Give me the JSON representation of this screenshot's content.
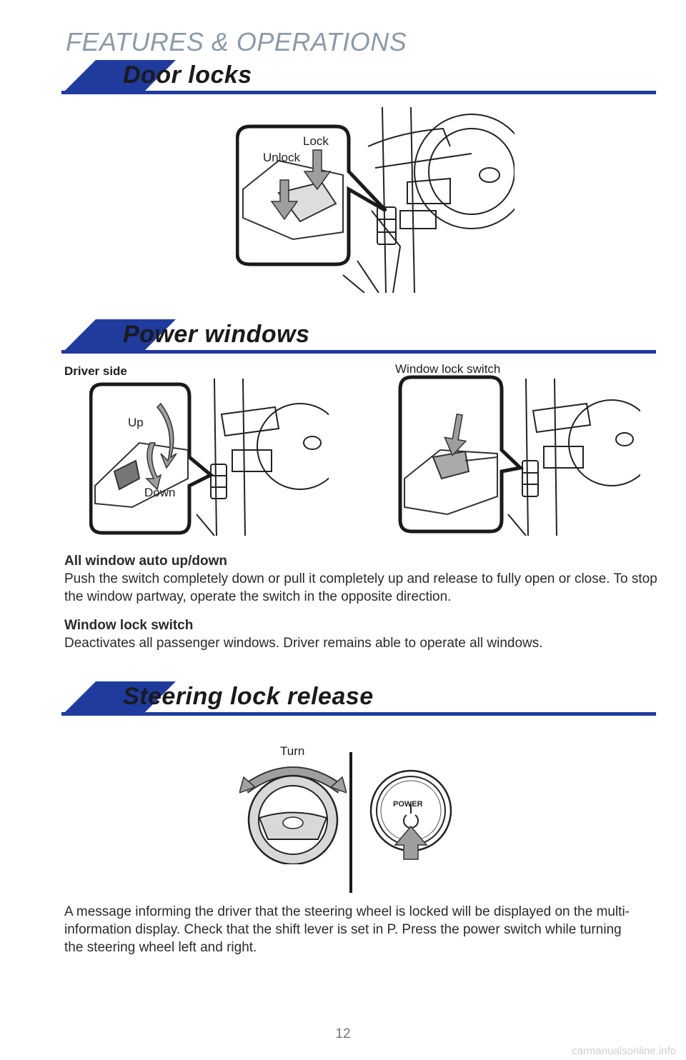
{
  "header": "FEATURES & OPERATIONS",
  "accent_color": "#1f3b9e",
  "sections": {
    "door_locks": {
      "title": "Door locks",
      "labels": {
        "lock": "Lock",
        "unlock": "Unlock"
      }
    },
    "power_windows": {
      "title": "Power windows",
      "driver_side": "Driver side",
      "window_lock_switch_caption": "Window lock switch",
      "labels": {
        "up": "Up",
        "down": "Down"
      },
      "auto_heading": "All window auto up/down",
      "auto_text": "Push the switch completely down or pull it completely up and release to fully open or close. To stop the window partway, operate the switch in the opposite direction.",
      "lock_heading": "Window lock switch",
      "lock_text": "Deactivates all passenger windows. Driver remains able to operate all windows."
    },
    "steering_lock": {
      "title": "Steering lock release",
      "turn_label": "Turn",
      "power_label": "POWER",
      "text": "A message informing the driver that the steering wheel is locked will be displayed on the multi-information display. Check that the shift lever is set in P. Press the power switch while turning the steering wheel left and right."
    }
  },
  "page_number": "12",
  "footer_url": "carmanualsonline.info"
}
